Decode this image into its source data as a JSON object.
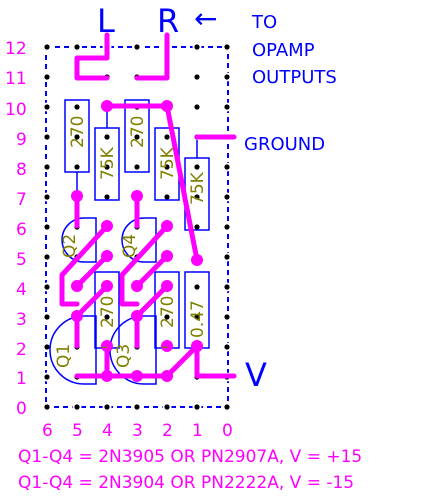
{
  "colors": {
    "board": "#0000ff",
    "trace": "#ff00ff",
    "component": "#0000ff",
    "value_text": "#808000",
    "hole": "#000000",
    "pad_bg": "#ffffff"
  },
  "labels": {
    "left_channel": "L",
    "right_channel": "R",
    "arrow_glyph": "←",
    "to_line1": "TO",
    "to_line2": "OPAMP",
    "to_line3": "OUTPUTS",
    "ground": "GROUND",
    "v": "V",
    "note_line1": "Q1-Q4 = 2N3905 OR PN2907A, V = +15",
    "note_line2": "Q1-Q4 = 2N3904 OR PN2222A, V = -15"
  },
  "grid": {
    "rows": [
      "12",
      "11",
      "10",
      "9",
      "8",
      "7",
      "6",
      "5",
      "4",
      "3",
      "2",
      "1",
      "0"
    ],
    "cols": [
      "6",
      "5",
      "4",
      "3",
      "2",
      "1",
      "0"
    ]
  },
  "components": {
    "r_left_270": "270",
    "r_left_75k": "75K",
    "r_mid_270": "270",
    "r_mid_75k": "75K",
    "r_right_75k": "75K",
    "r_low_270_a": "270",
    "r_low_270_b": "270",
    "cap_047": "0.47",
    "q1": "Q1",
    "q2": "Q2",
    "q3": "Q3",
    "q4": "Q4",
    "dash_a": "-",
    "dash_b": "-"
  }
}
